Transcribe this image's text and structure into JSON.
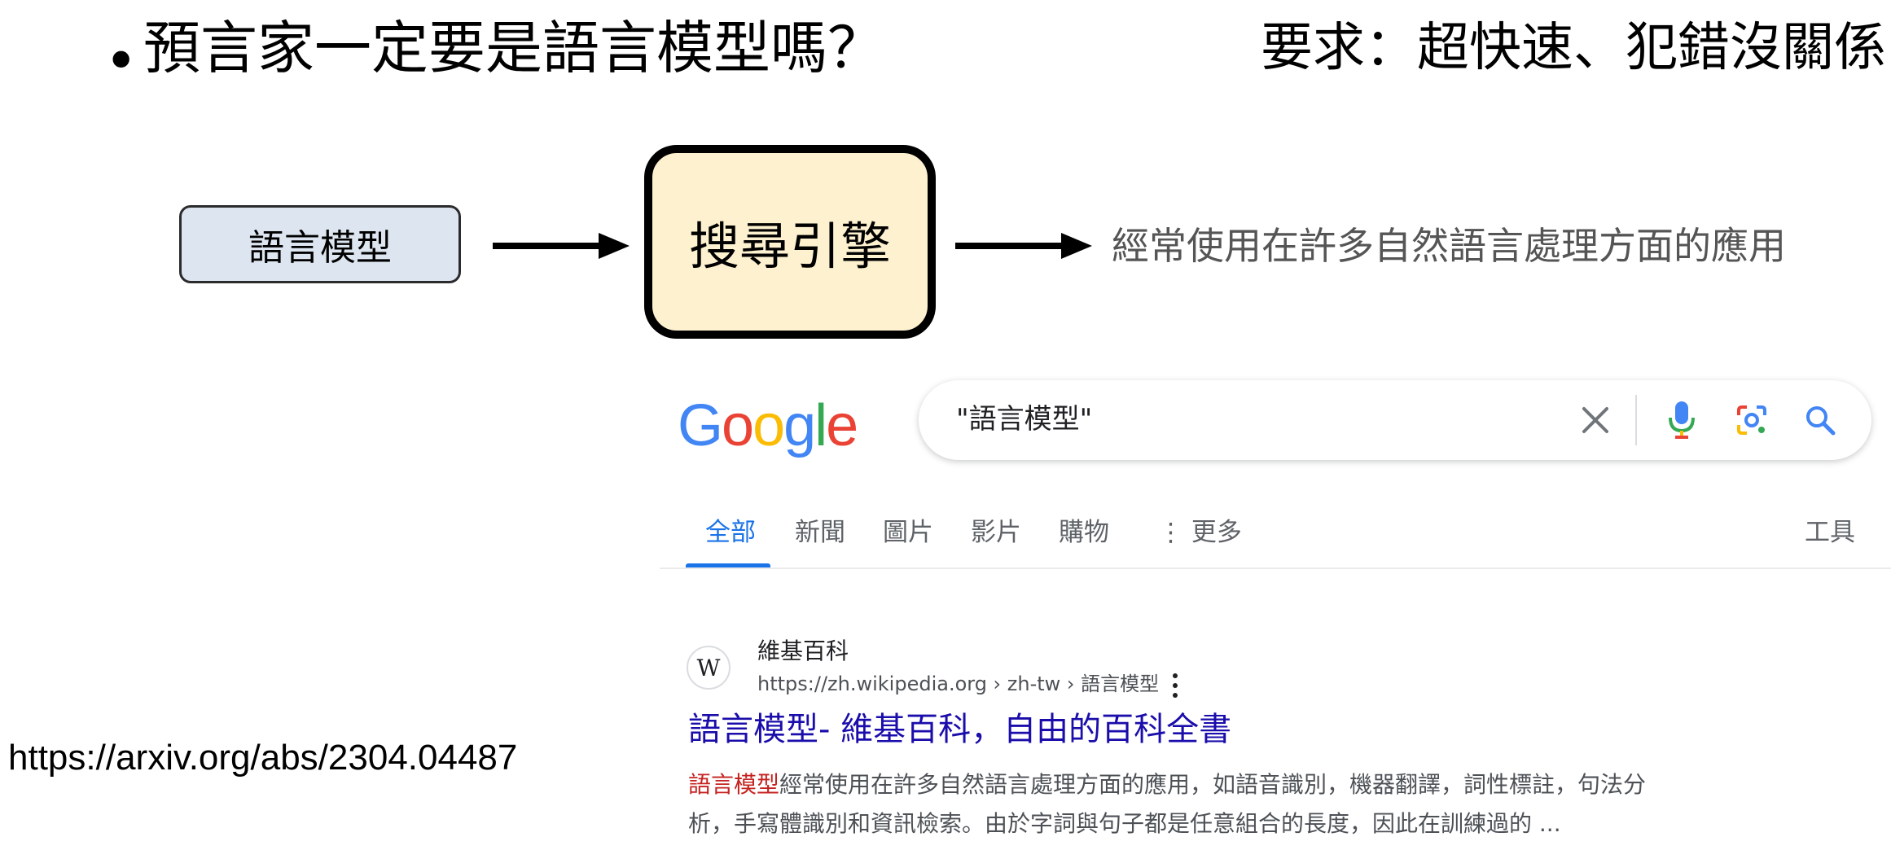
{
  "slide": {
    "bullet": "•",
    "title": "預言家一定要是語言模型嗎？",
    "requirement": "要求：超快速、犯錯沒關係"
  },
  "diagram": {
    "input_label": "語言模型",
    "engine_label": "搜尋引擎",
    "output_label": "經常使用在許多自然語言處理方面的應用"
  },
  "google": {
    "logo_letters": [
      {
        "char": "G",
        "color": "#4285F4"
      },
      {
        "char": "o",
        "color": "#EA4335"
      },
      {
        "char": "o",
        "color": "#FBBC05"
      },
      {
        "char": "g",
        "color": "#4285F4"
      },
      {
        "char": "l",
        "color": "#34A853"
      },
      {
        "char": "e",
        "color": "#EA4335"
      }
    ],
    "search": {
      "query": "\"語言模型\"",
      "icons": [
        "close-icon",
        "microphone-icon",
        "google-lens-icon",
        "search-icon"
      ]
    },
    "tabs": {
      "all": "全部",
      "news": "新聞",
      "images": "圖片",
      "videos": "影片",
      "shopping": "購物",
      "more": "⋮ 更多",
      "tools": "工具"
    },
    "result": {
      "favicon": "W",
      "site_name": "維基百科",
      "url": "https://zh.wikipedia.org › zh-tw › 語言模型",
      "title": "語言模型- 維基百科，自由的百科全書",
      "snippet_highlight": "語言模型",
      "snippet_line1": "經常使用在許多自然語言處理方面的應用，如語音識別，機器翻譯，詞性標註，句法分",
      "snippet_line2": "析，手寫體識別和資訊檢索。由於字詞與句子都是任意組合的長度，因此在訓練過的 ..."
    }
  },
  "reference_link": "https://arxiv.org/abs/2304.04487",
  "colors": {
    "accent_blue": "#1a73e8",
    "link_blue": "#1a0dab",
    "highlight_red": "#c5221f",
    "lm_box_fill": "#dde6f0",
    "engine_box_fill": "#fdf1cf"
  }
}
